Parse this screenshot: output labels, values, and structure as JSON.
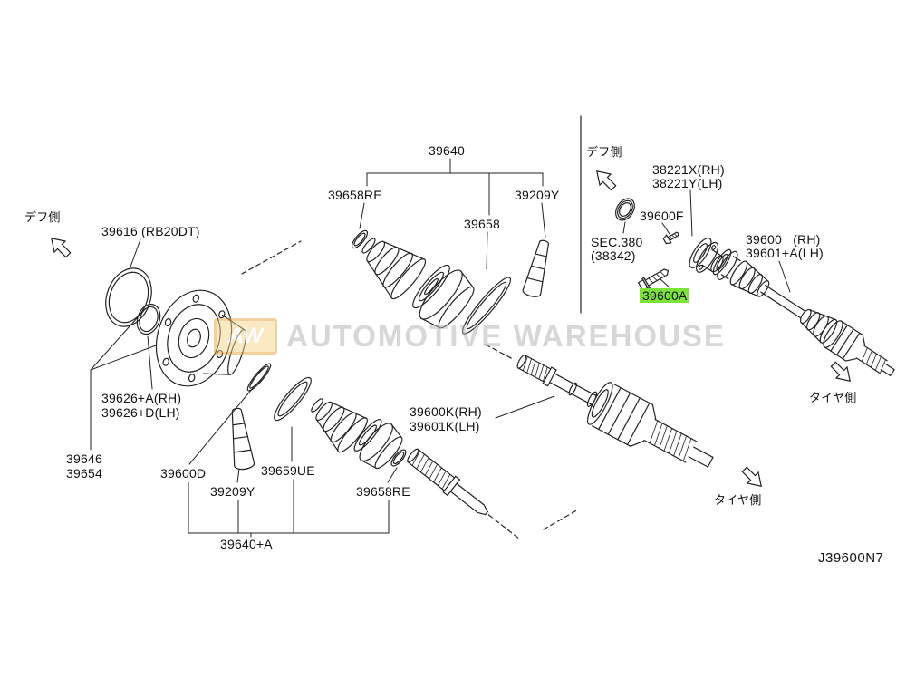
{
  "diagram": {
    "code": "J39600N7",
    "colors": {
      "highlight": "#7be33c",
      "line": "#222222",
      "watermark_text": "#b0b0b0",
      "watermark_box_bg": "#f6d489",
      "watermark_box_border": "#e5a43c",
      "watermark_box_text": "#ffffff"
    },
    "watermark": {
      "logo": "AW",
      "text": "AUTOMOTIVE WAREHOUSE"
    },
    "direction_labels": {
      "diff_left": "デフ側",
      "diff_right": "デフ側",
      "tire_main": "タイヤ側",
      "tire_right": "タイヤ側"
    },
    "labels": {
      "n39616": "39616 (RB20DT)",
      "n39640": "39640",
      "n39658RE_top": "39658RE",
      "n39209Y_top": "39209Y",
      "n39658": "39658",
      "n38221X": "38221X(RH)",
      "n38221Y": "38221Y(LH)",
      "n39600F": "39600F",
      "sec380": "SEC.380",
      "sec380_ref": "(38342)",
      "n39600": "39600   (RH)",
      "n39601A": "39601+A(LH)",
      "n39600A": "39600A",
      "n39626A": "39626+A(RH)",
      "n39626D": "39626+D(LH)",
      "n39646": "39646",
      "n39654": "39654",
      "n39600D": "39600D",
      "n39209Y_bottom": "39209Y",
      "n39659UE": "39659UE",
      "n39658RE_bottom": "39658RE",
      "n39600K": "39600K(RH)",
      "n39601K": "39601K(LH)",
      "n39640A": "39640+A"
    }
  }
}
